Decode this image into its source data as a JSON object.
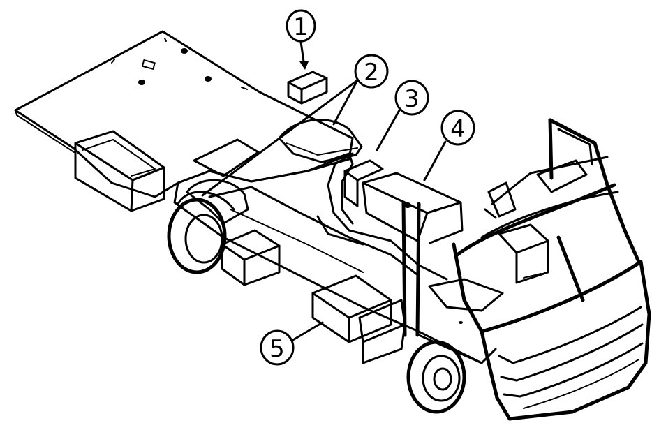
{
  "callouts": [
    {
      "label": "1"
    },
    {
      "label": "2"
    },
    {
      "label": "3"
    },
    {
      "label": "4"
    },
    {
      "label": "5"
    }
  ],
  "icons": {
    "vehicle": "motorhome-chassis-exploded-view-icon"
  }
}
